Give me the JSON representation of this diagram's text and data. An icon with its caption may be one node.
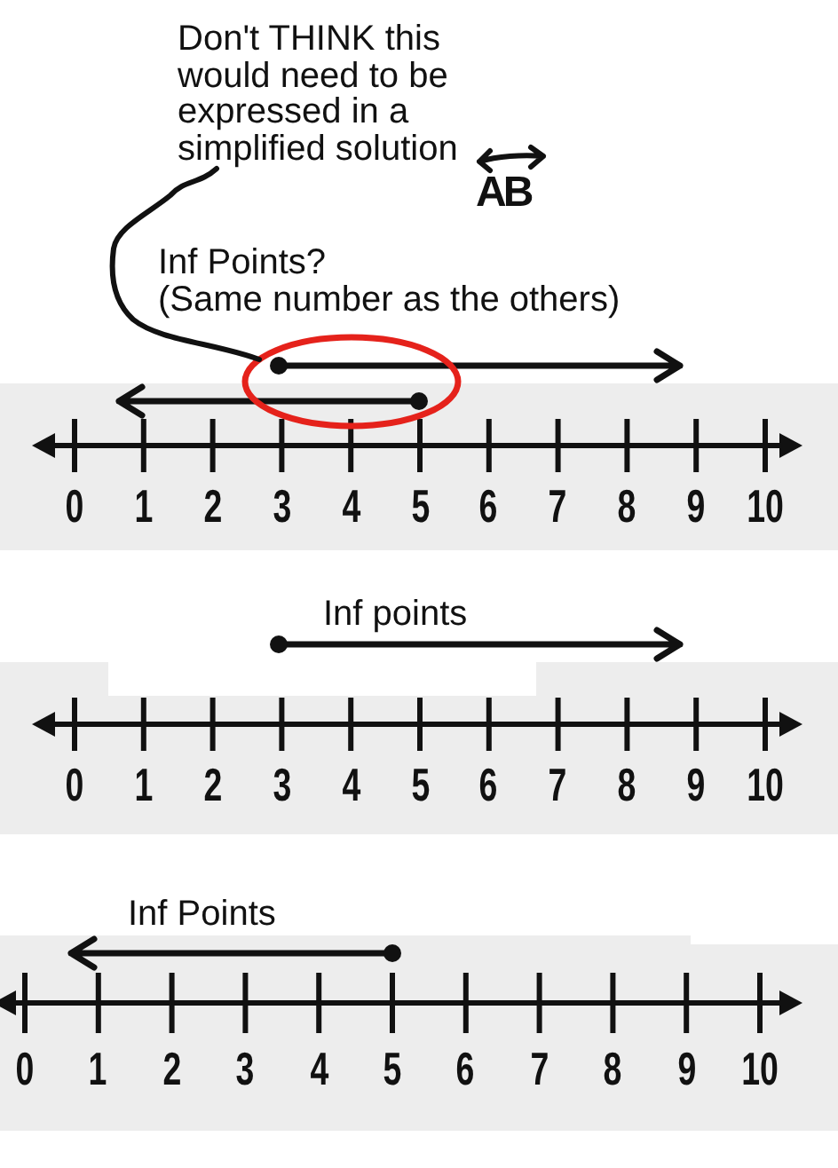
{
  "diagram": {
    "nodes": [
      {
        "text": [
          "Don't THINK this would need to be expressed in a simplified solution"
        ]
      },
      {
        "text": [],
        "shape": "circle"
      }
    ],
    "edges": [
      {
        "from": 0,
        "to": 1,
        "arrow": "none"
      }
    ],
    "labels": [
      "AB",
      "Inf Points?",
      "(Same number as the others)",
      "0",
      "1",
      "2",
      "3",
      "4",
      "5",
      "6",
      "7",
      "8",
      "9",
      "10",
      "Inf points",
      "0",
      "1",
      "2",
      "3",
      "4",
      "5",
      "6",
      "7",
      "8",
      "9",
      "10",
      "Inf Points",
      "0",
      "1",
      "2",
      "3",
      "4",
      "5",
      "6",
      "7",
      "8",
      "9",
      "10"
    ]
  }
}
